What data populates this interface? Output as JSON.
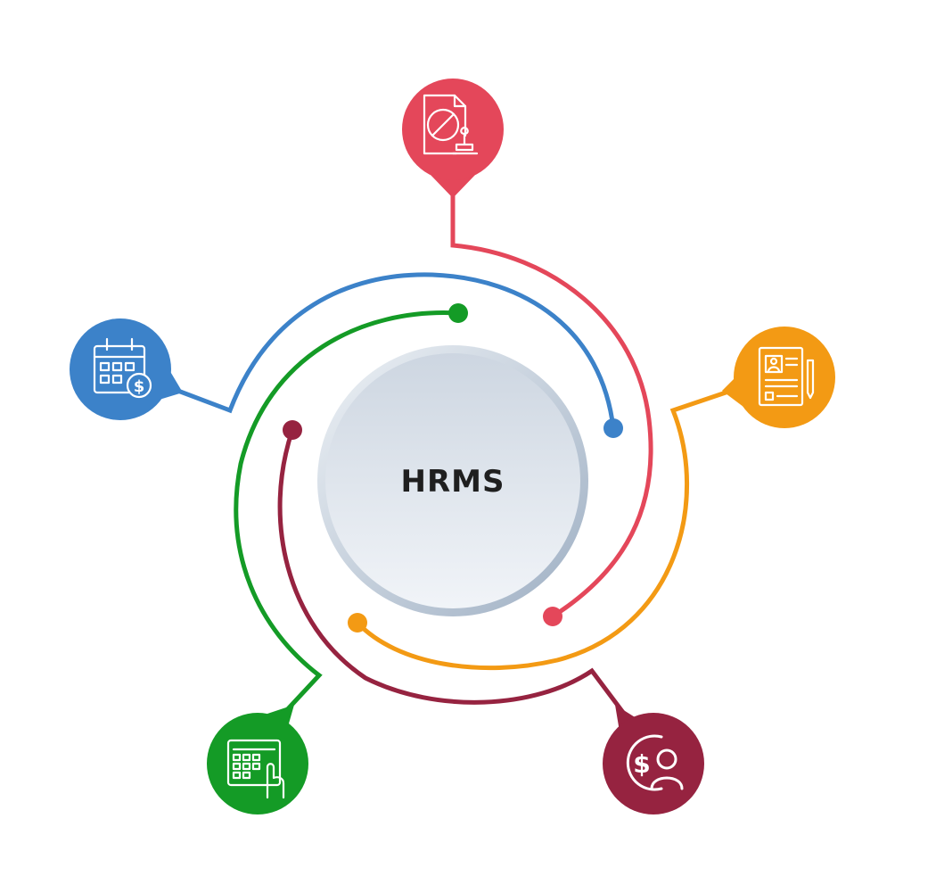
{
  "hub": {
    "label": "HRMS"
  },
  "colors": {
    "red": "#E4475A",
    "blue": "#3C82C9",
    "orange": "#F39A14",
    "green": "#149B26",
    "maroon": "#962340",
    "hub_fill_top": "#CDD6E1",
    "hub_fill_bottom": "#F1F4F8",
    "hub_ring": "#A7B6C7"
  },
  "nodes": [
    {
      "color": "red",
      "icon": "stamped-document-icon"
    },
    {
      "color": "orange",
      "icon": "profile-document-icon"
    },
    {
      "color": "maroon",
      "icon": "payroll-person-icon"
    },
    {
      "color": "green",
      "icon": "calculator-touch-icon"
    },
    {
      "color": "blue",
      "icon": "calendar-dollar-icon"
    }
  ]
}
